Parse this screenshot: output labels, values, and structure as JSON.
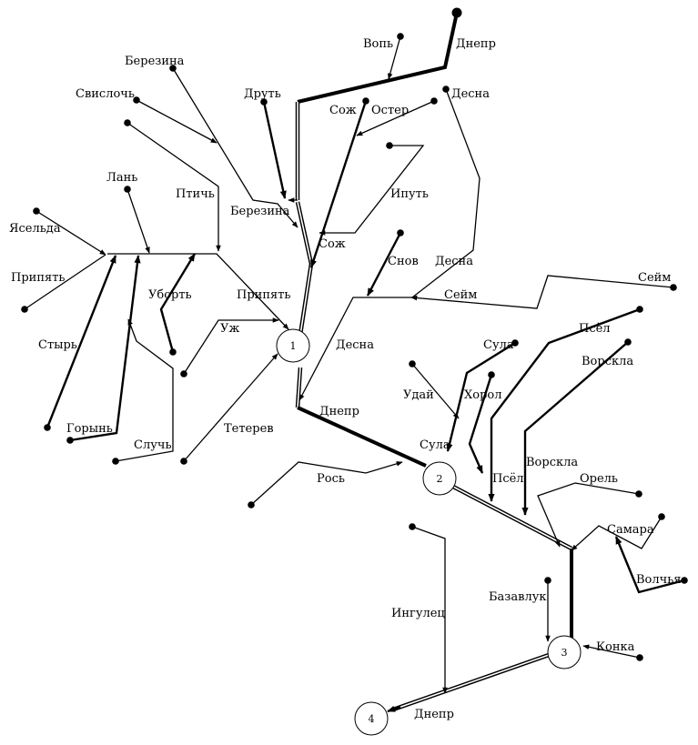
{
  "rivers": {
    "dnepr_top": "Днепр",
    "vop": "Вопь",
    "berezina_top": "Березина",
    "svisloch": "Свислочь",
    "drut": "Друть",
    "sozh_top": "Сож",
    "oster": "Остер",
    "desna_top": "Десна",
    "iput": "Ипуть",
    "ptich": "Птичь",
    "berezina_mouth": "Березина",
    "sozh_mouth": "Сож",
    "lan": "Лань",
    "yaselda": "Ясельда",
    "pripyat_left": "Припять",
    "styr": "Стырь",
    "ubort": "Уборть",
    "pripyat_mouth": "Припять",
    "uzh": "Уж",
    "goryn": "Горынь",
    "sluch": "Случь",
    "teterev": "Тетерев",
    "snov": "Снов",
    "desna_mid": "Десна",
    "seym_right": "Сейм",
    "seym_mouth": "Сейм",
    "desna_mouth": "Десна",
    "dnepr_mid": "Днепр",
    "psel_top": "Псёл",
    "vorskla_top": "Ворскла",
    "sula_top": "Сула",
    "uday": "Удай",
    "khorol": "Хорол",
    "sula_mouth": "Сула",
    "psel_mouth": "Псёл",
    "vorskla_mouth": "Ворскла",
    "orel": "Орель",
    "samara": "Самара",
    "volchya": "Волчья",
    "ros": "Рось",
    "ingulets": "Ингулец",
    "bazavluk": "Базавлук",
    "konka": "Конка",
    "dnepr_bottom": "Днепр"
  },
  "nodes": {
    "n1": "1",
    "n2": "2",
    "n3": "3",
    "n4": "4"
  }
}
